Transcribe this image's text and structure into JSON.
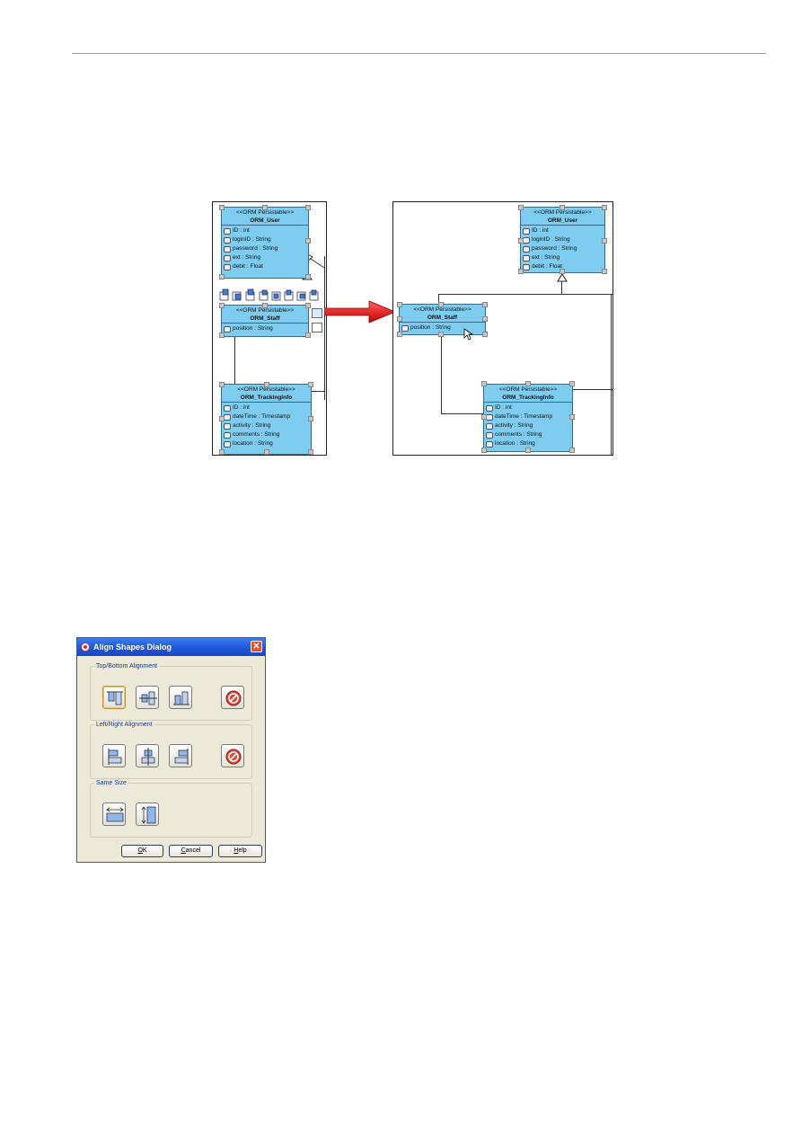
{
  "page": {
    "page_number": ""
  },
  "diagram_left": {
    "classes": [
      {
        "id": "user",
        "stereotype": "<<ORM Persistable>>",
        "name": "ORM_User",
        "attributes": [
          "ID : int",
          "loginID : String",
          "password : String",
          "ext : String",
          "debit : Float"
        ]
      },
      {
        "id": "staff",
        "stereotype": "<<ORM Persistable>>",
        "name": "ORM_Staff",
        "attributes": [
          "position : String"
        ]
      },
      {
        "id": "tracking",
        "stereotype": "<<ORM Persistable>>",
        "name": "ORM_TrackingInfo",
        "attributes": [
          "ID : int",
          "dateTime : Timestamp",
          "activity : String",
          "comments : String",
          "location : String"
        ]
      }
    ]
  },
  "diagram_right": {
    "classes": [
      {
        "id": "user",
        "stereotype": "<<ORM Persistable>>",
        "name": "ORM_User",
        "attributes": [
          "ID : int",
          "loginID : String",
          "password : String",
          "ext : String",
          "debit : Float"
        ]
      },
      {
        "id": "staff",
        "stereotype": "<<ORM Persistable>>",
        "name": "ORM_Staff",
        "attributes": [
          "position : String"
        ]
      },
      {
        "id": "tracking",
        "stereotype": "<<ORM Persistable>>",
        "name": "ORM_TrackingInfo",
        "attributes": [
          "ID : int",
          "dateTime : Timestamp",
          "activity : String",
          "comments : String",
          "location : String"
        ]
      }
    ]
  },
  "arrow": {
    "color": "#e02020"
  },
  "dialog": {
    "title": "Align Shapes Dialog",
    "groups": {
      "top_bottom": "Top/Bottom Alignment",
      "left_right": "Left/Right Alignment",
      "same_size": "Same Size"
    },
    "buttons": {
      "ok_accel": "O",
      "ok_rest": "K",
      "cancel_accel": "C",
      "cancel_rest": "ancel",
      "help_accel": "H",
      "help_rest": "elp"
    },
    "icons": [
      "align-top-icon",
      "align-middle-icon",
      "align-bottom-icon",
      "cancel-icon",
      "align-left-icon",
      "align-center-icon",
      "align-right-icon",
      "cancel-icon",
      "same-width-icon",
      "same-height-icon"
    ]
  },
  "colors": {
    "class_fill": "#7ecdf0",
    "dialog_title": "#1f54d8",
    "dialog_bg": "#ece9d8"
  }
}
